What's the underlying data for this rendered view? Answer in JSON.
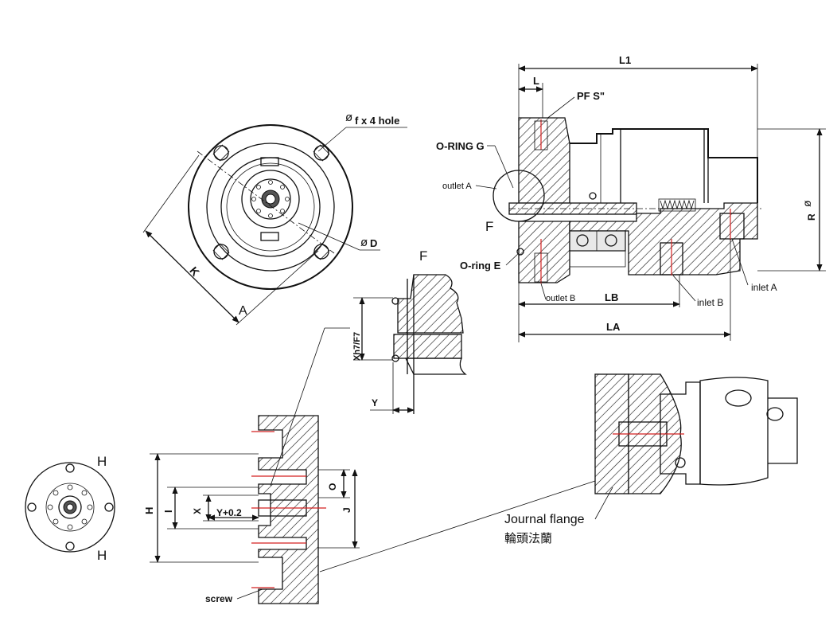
{
  "front_view": {
    "hole_note": "f x 4 hole",
    "diameter_label": "D",
    "dim_k": "K",
    "dim_a": "A"
  },
  "section_view": {
    "dim_l1": "L1",
    "dim_l": "L",
    "port_label": "PF S\"",
    "oring_g": "O-RING G",
    "outlet_a": "outlet A",
    "detail_ref": "F",
    "oring_e": "O-ring E",
    "outlet_b": "outlet B",
    "dim_lb": "LB",
    "dim_la": "LA",
    "inlet_b": "inlet B",
    "inlet_a": "inlet A",
    "dim_r": "R"
  },
  "detail_f": {
    "title": "F",
    "dim_x": "Xh7/F7",
    "dim_y": "Y"
  },
  "small_flange": {
    "h_top": "H",
    "h_bottom": "H"
  },
  "journal_section": {
    "dim_h": "H",
    "dim_i": "I",
    "dim_x": "X",
    "dim_y": "Y+0.2",
    "dim_o": "O",
    "dim_j": "J",
    "screw": "screw"
  },
  "journal_3d": {
    "label_en": "Journal flange",
    "label_zh": "輪頭法蘭"
  }
}
